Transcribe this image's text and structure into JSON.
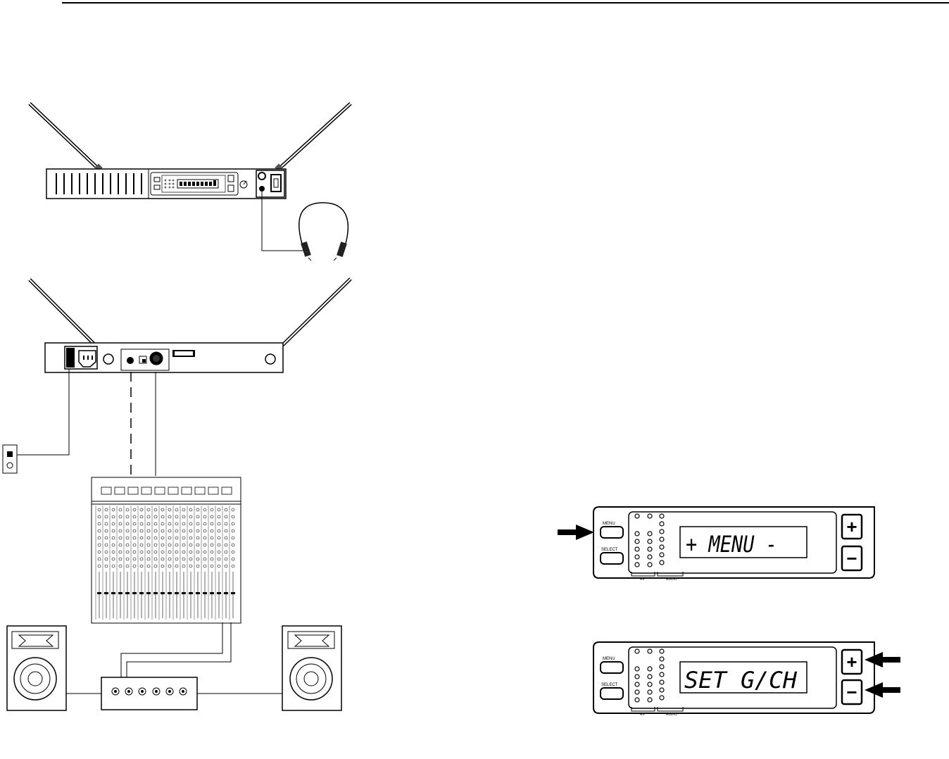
{
  "panel_top": {
    "menu_label": "MENU",
    "select_label": "SELECT",
    "display_text": "+ MENU -",
    "rf_label": "RF",
    "audio_label": "AUDIO",
    "plus_symbol": "+",
    "minus_symbol": "−"
  },
  "panel_bottom": {
    "menu_label": "MENU",
    "select_label": "SELECT",
    "display_text": "SET G/CH",
    "rf_label": "RF",
    "audio_label": "AUDIO",
    "plus_symbol": "+",
    "minus_symbol": "−"
  },
  "icons": {
    "arrow": "arrow-right-icon",
    "arrow_left": "arrow-left-icon"
  }
}
